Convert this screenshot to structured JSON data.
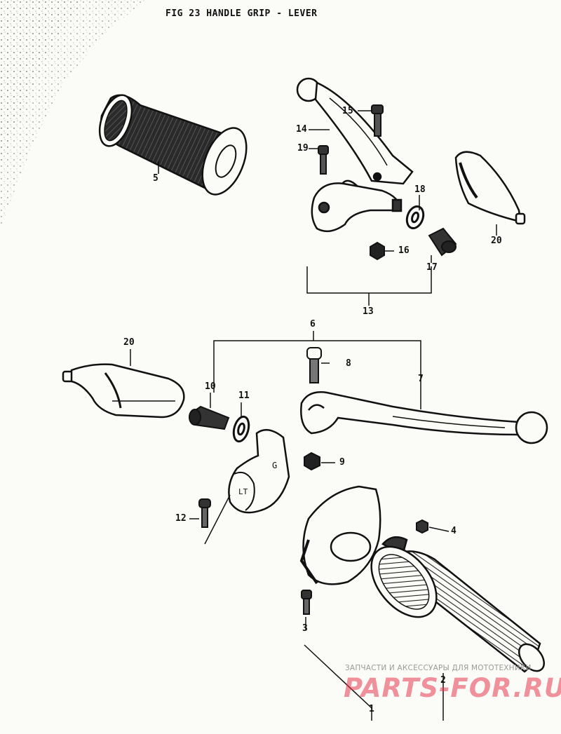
{
  "title": "FIG 23  HANDLE GRIP - LEVER",
  "callouts": {
    "c1": "1",
    "c2": "2",
    "c3": "3",
    "c4": "4",
    "c5": "5",
    "c6": "6",
    "c7": "7",
    "c8": "8",
    "c9": "9",
    "c10": "10",
    "c11": "11",
    "c12": "12",
    "c13": "13",
    "c14": "14",
    "c15": "15",
    "c16": "16",
    "c17": "17",
    "c18": "18",
    "c19": "19",
    "c20a": "20",
    "c20b": "20"
  },
  "watermark": {
    "text": "ЗАПЧАСТИ И АКСЕССУАРЫ ДЛЯ МОТОТЕХНИКИ",
    "logo": "PARTS-FOR.RU"
  },
  "colors": {
    "ink": "#111111",
    "paper": "#fbfbf8",
    "watermark": "#e8384c"
  }
}
